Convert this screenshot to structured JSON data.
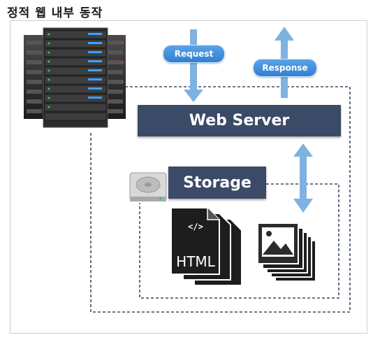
{
  "title": "정적 웹 내부 동작",
  "labels": {
    "request": "Request",
    "response": "Response",
    "web_server": "Web Server",
    "storage": "Storage",
    "html_doc": "HTML",
    "code_tag": "</>"
  },
  "colors": {
    "server_bar": "#3b4a66",
    "arrow": "#7fb2e0",
    "pill": "#3b8de0",
    "dashed_line": "#3b4a66"
  },
  "icons": [
    "server-rack-icon",
    "hard-drive-icon",
    "html-document-stack-icon",
    "image-stack-icon"
  ]
}
